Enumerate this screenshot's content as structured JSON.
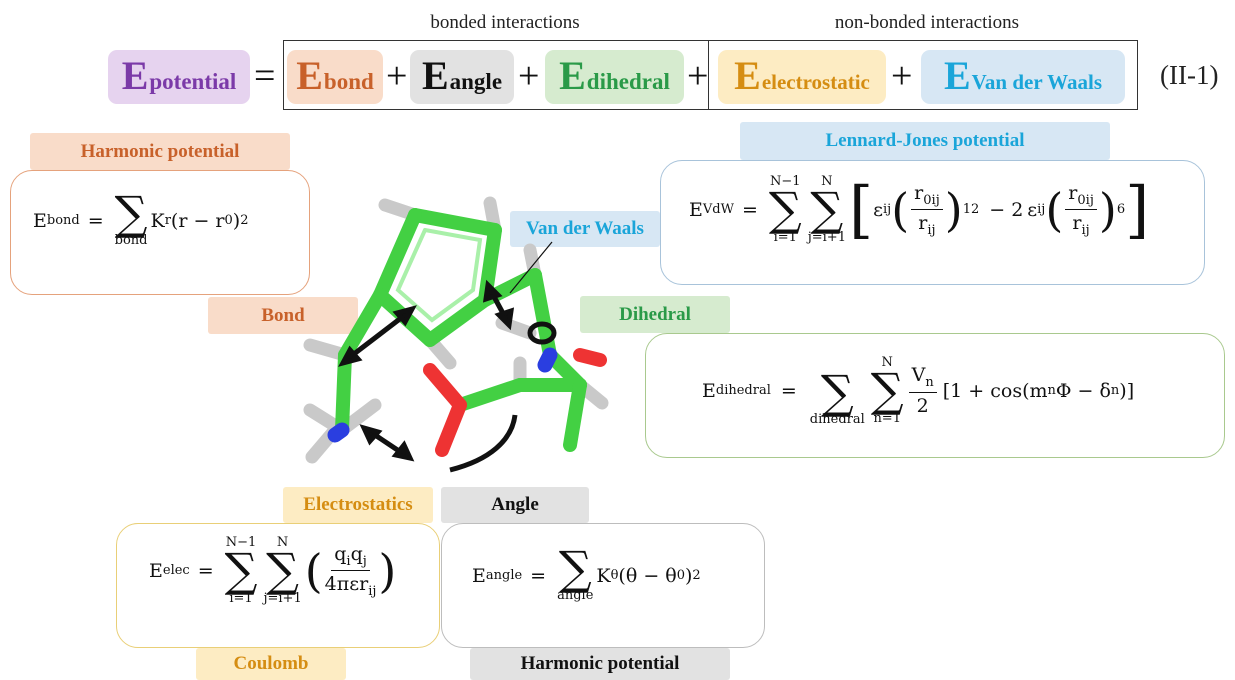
{
  "header": {
    "bonded_label": "bonded interactions",
    "nonbonded_label": "non-bonded interactions",
    "eq_number": "(II-1)"
  },
  "equation": {
    "lhs": {
      "symbol": "E",
      "sub": "potential"
    },
    "equals": "=",
    "plus": "+",
    "terms": [
      {
        "symbol": "E",
        "sub": "bond"
      },
      {
        "symbol": "E",
        "sub": "angle"
      },
      {
        "symbol": "E",
        "sub": "dihedral"
      },
      {
        "symbol": "E",
        "sub": "electrostatic"
      },
      {
        "symbol": "E",
        "sub": "Van der Waals"
      }
    ]
  },
  "labels": {
    "harmonic_top": "Harmonic potential",
    "lennard_jones": "Lennard-Jones potential",
    "bond": "Bond",
    "van_der_waals": "Van der Waals",
    "dihedral": "Dihedral",
    "electrostatics": "Electrostatics",
    "angle": "Angle",
    "coulomb": "Coulomb",
    "harmonic_bottom": "Harmonic potential"
  },
  "formulas": {
    "bond": {
      "lhs": "E",
      "lhs_sub": "bond",
      "sum_under": "bond",
      "k": "K",
      "k_sub": "r",
      "body": "(r − r",
      "body_sub": "0",
      "tail": ")",
      "exp": "2"
    },
    "vdw": {
      "lhs": "E",
      "lhs_sub": "VdW",
      "sum1_top": "N−1",
      "sum1_bot": "i=1",
      "sum2_top": "N",
      "sum2_bot": "j=i+1",
      "eps": "ε",
      "eps_sub": "ij",
      "num": "r",
      "num_sub": "0ij",
      "den": "r",
      "den_sub": "ij",
      "exp1": "12",
      "minus": "− 2",
      "exp2": "6"
    },
    "dihedral": {
      "lhs": "E",
      "lhs_sub": "dihedral",
      "sum1_bot": "dihedral",
      "sum2_top": "N",
      "sum2_bot": "n=1",
      "num": "V",
      "num_sub": "n",
      "den": "2",
      "body": "[1 + cos(m",
      "m_sub": "n",
      "phi": "Φ − δ",
      "d_sub": "n",
      "tail": ")]"
    },
    "elec": {
      "lhs": "E",
      "lhs_sub": "elec",
      "sum1_top": "N−1",
      "sum1_bot": "i=1",
      "sum2_top": "N",
      "sum2_bot": "j=i+1",
      "num": "q",
      "num_sub1": "i",
      "num2": "q",
      "num_sub2": "j",
      "den": "4πεr",
      "den_sub": "ij"
    },
    "angle": {
      "lhs": "E",
      "lhs_sub": "angle",
      "sum_under": "angle",
      "k": "K",
      "k_sub": "θ",
      "body": "(θ − θ",
      "body_sub": "0",
      "tail": ")",
      "exp": "2"
    }
  },
  "colors": {
    "purple": "#7b3aa8",
    "purple_bg": "#e6d3ef",
    "orange": "#c8612a",
    "orange_bg": "#f9dcc9",
    "gray_bg": "#e2e2e2",
    "green": "#2a9a48",
    "green_bg": "#d6ebcf",
    "gold": "#d58d12",
    "gold_bg": "#fdecc3",
    "cyan": "#1aa5d9",
    "blue_bg": "#d7e7f4"
  }
}
